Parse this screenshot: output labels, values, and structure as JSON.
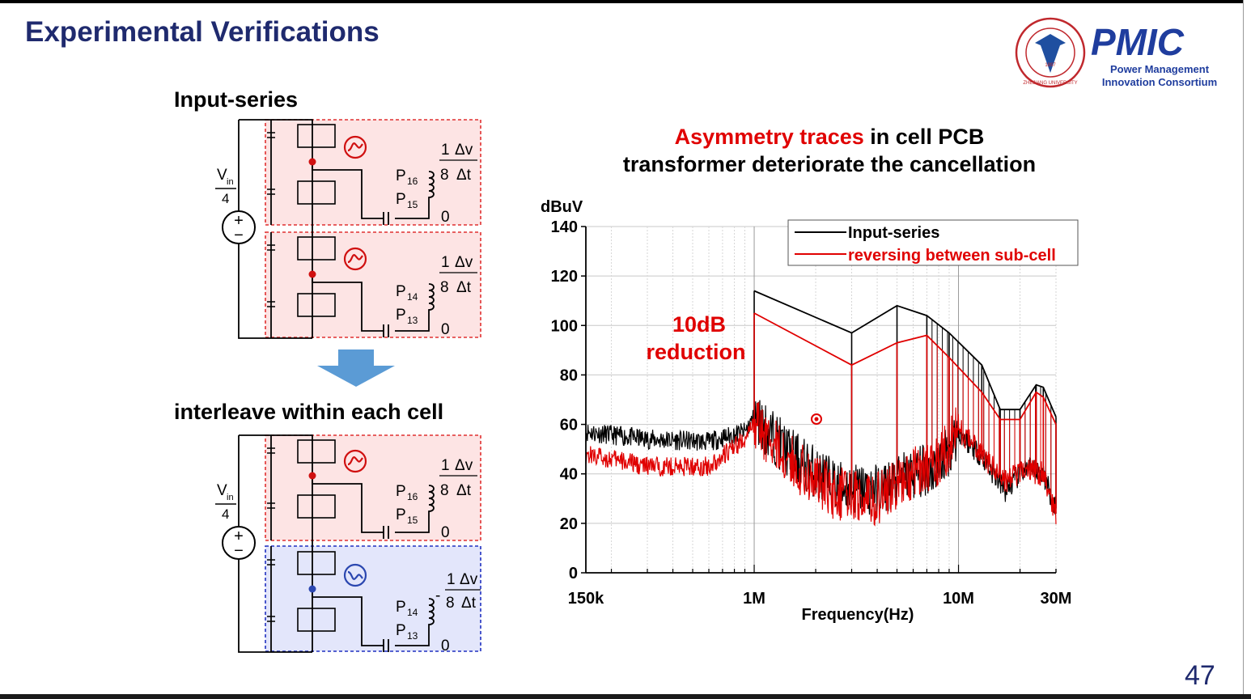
{
  "slide": {
    "title": "Experimental Verifications",
    "page_number": "47"
  },
  "logo": {
    "org_short": "PMIC",
    "org_line1": "Power Management",
    "org_line2": "Innovation Consortium",
    "seal_text": "ZHEJIANG UNIVERSITY",
    "seal_year": "1897"
  },
  "left_panel": {
    "top_label": "Input-series",
    "bottom_label": "interleave within each cell",
    "arrow_color": "#5b9bd5",
    "circuit": {
      "source_label": "V",
      "source_sub": "in",
      "source_den": "4",
      "frac_num": "1",
      "frac_den": "8",
      "dv": "Δv",
      "dt": "Δt",
      "zero": "0",
      "p16": "P",
      "p16_sub": "16",
      "p15": "P",
      "p15_sub": "15",
      "p14": "P",
      "p14_sub": "14",
      "p13": "P",
      "p13_sub": "13",
      "minus": "-",
      "cell_red_fill": "#fde4e4",
      "cell_blue_fill": "#e3e6fb"
    }
  },
  "chart_heading": {
    "red_part": "Asymmetry traces",
    "rest_line1": " in cell PCB",
    "line2": "transformer deteriorate the cancellation"
  },
  "annotation": {
    "line1": "10dB",
    "line2": "reduction"
  },
  "chart_data": {
    "type": "line",
    "x_scale": "log",
    "ylabel": "dBuV",
    "xlabel": "Frequency(Hz)",
    "ylim": [
      0,
      140
    ],
    "y_ticks": [
      0,
      20,
      40,
      60,
      80,
      100,
      120,
      140
    ],
    "x_tick_labels": [
      "150k",
      "1M",
      "10M",
      "30M"
    ],
    "x_ticks_hz": [
      150000,
      1000000,
      10000000,
      30000000
    ],
    "grid": true,
    "legend_position": "top-right",
    "series": [
      {
        "name": "Input-series",
        "color": "#000000",
        "envelope_peaks": [
          [
            1000000,
            114
          ],
          [
            3000000,
            97
          ],
          [
            5000000,
            108
          ],
          [
            7000000,
            104
          ],
          [
            9000000,
            97
          ],
          [
            13000000,
            84
          ],
          [
            16000000,
            66
          ],
          [
            20000000,
            66
          ],
          [
            24000000,
            76
          ],
          [
            26000000,
            75
          ],
          [
            30000000,
            63
          ]
        ],
        "noise_floor": [
          [
            150000,
            57
          ],
          [
            300000,
            54
          ],
          [
            600000,
            53
          ],
          [
            900000,
            57
          ],
          [
            1000000,
            63
          ],
          [
            1500000,
            48
          ],
          [
            2500000,
            35
          ],
          [
            4000000,
            33
          ],
          [
            6000000,
            40
          ],
          [
            8000000,
            43
          ],
          [
            10000000,
            57
          ],
          [
            13000000,
            47
          ],
          [
            17000000,
            33
          ],
          [
            21000000,
            42
          ],
          [
            26000000,
            40
          ],
          [
            30000000,
            26
          ]
        ]
      },
      {
        "name": "reversing between sub-cell",
        "color": "#e00000",
        "envelope_peaks": [
          [
            1000000,
            105
          ],
          [
            3000000,
            84
          ],
          [
            5000000,
            93
          ],
          [
            7000000,
            96
          ],
          [
            9000000,
            87
          ],
          [
            13000000,
            73
          ],
          [
            16000000,
            62
          ],
          [
            20000000,
            62
          ],
          [
            24000000,
            73
          ],
          [
            26000000,
            71
          ],
          [
            30000000,
            60
          ]
        ],
        "noise_floor": [
          [
            150000,
            48
          ],
          [
            300000,
            43
          ],
          [
            600000,
            43
          ],
          [
            900000,
            54
          ],
          [
            1000000,
            60
          ],
          [
            1500000,
            45
          ],
          [
            2500000,
            32
          ],
          [
            4000000,
            30
          ],
          [
            6000000,
            41
          ],
          [
            8000000,
            45
          ],
          [
            10000000,
            58
          ],
          [
            13000000,
            48
          ],
          [
            17000000,
            37
          ],
          [
            21000000,
            42
          ],
          [
            26000000,
            40
          ],
          [
            30000000,
            24
          ]
        ]
      }
    ]
  }
}
